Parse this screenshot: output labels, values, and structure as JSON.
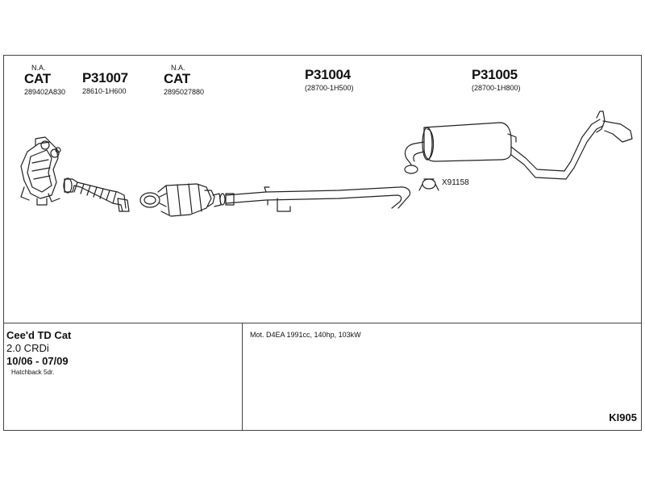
{
  "parts": [
    {
      "id": "cat1",
      "na": "N.A.",
      "code": "CAT",
      "number": "289402A830"
    },
    {
      "id": "p31007",
      "na": "",
      "code": "P31007",
      "number": "28610-1H600"
    },
    {
      "id": "cat2",
      "na": "N.A.",
      "code": "CAT",
      "number": "2895027880"
    },
    {
      "id": "p31004",
      "na": "",
      "code": "P31004",
      "number": "(28700-1H500)"
    },
    {
      "id": "p31005",
      "na": "",
      "code": "P31005",
      "number": "(28700-1H800)"
    }
  ],
  "clamp_label": "X91158",
  "vehicle": {
    "model": "Cee'd TD Cat",
    "engine": "2.0 CRDi",
    "years": "10/06 - 07/09",
    "body": "Hatchback 5dr."
  },
  "motor": "Mot. D4EA 1991cc, 140hp, 103kW",
  "diagram_code": "KI905"
}
